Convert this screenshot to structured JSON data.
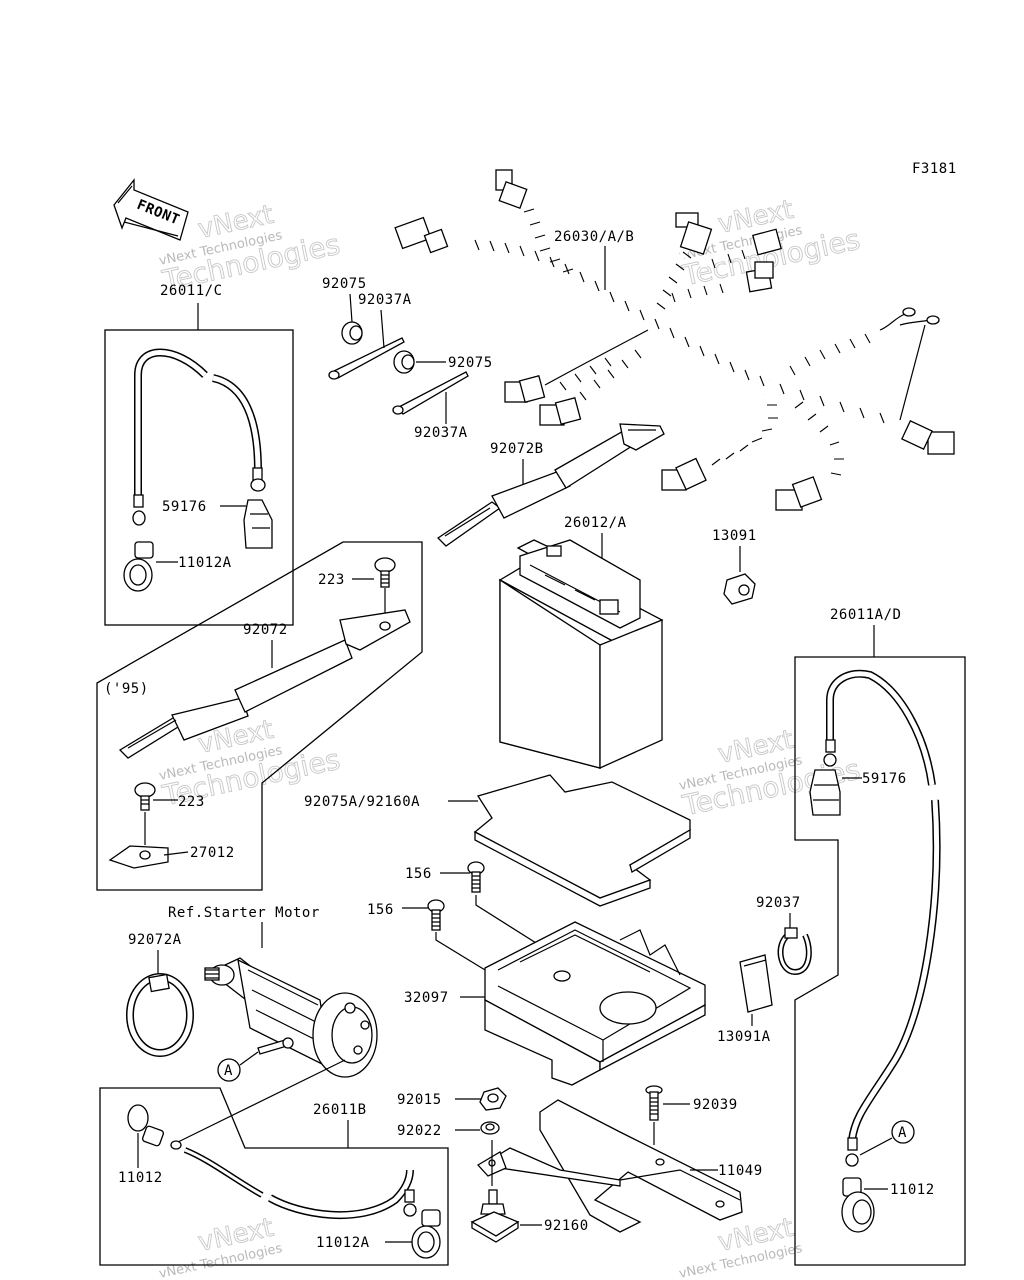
{
  "figure_code": "F3181",
  "front_arrow_label": "FRONT",
  "watermark": {
    "company": "vNext Technologies",
    "word1": "vNext",
    "word2": "Technologies"
  },
  "reference_note": "Ref.Starter Motor",
  "variant_note": "('95)",
  "callout_marker": "A",
  "part_labels": {
    "harness": "26030/A/B",
    "cable_c": "26011/C",
    "cable_ad": "26011A/D",
    "cable_b": "26011B",
    "grommet_1": "92075",
    "grommet_2": "92075",
    "cotter_1": "92037A",
    "cotter_2": "92037A",
    "strap_b": "92072B",
    "strap": "92072",
    "strap_a": "92072A",
    "battery": "26012/A",
    "clamp": "13091",
    "clamp_a": "13091A",
    "cap_left": "59176",
    "cap_right": "59176",
    "terminal_a_left": "11012A",
    "terminal_a_bottom": "11012A",
    "terminal_1": "11012",
    "terminal_2": "11012",
    "bolt_top": "223",
    "bolt_bottom": "223",
    "bracket": "27012",
    "pad": "92075A/92160A",
    "bolt_156_a": "156",
    "bolt_156_b": "156",
    "case": "32097",
    "band": "92037",
    "nut": "92015",
    "washer": "92022",
    "stud": "92039",
    "plate": "11049",
    "damper": "92160"
  }
}
